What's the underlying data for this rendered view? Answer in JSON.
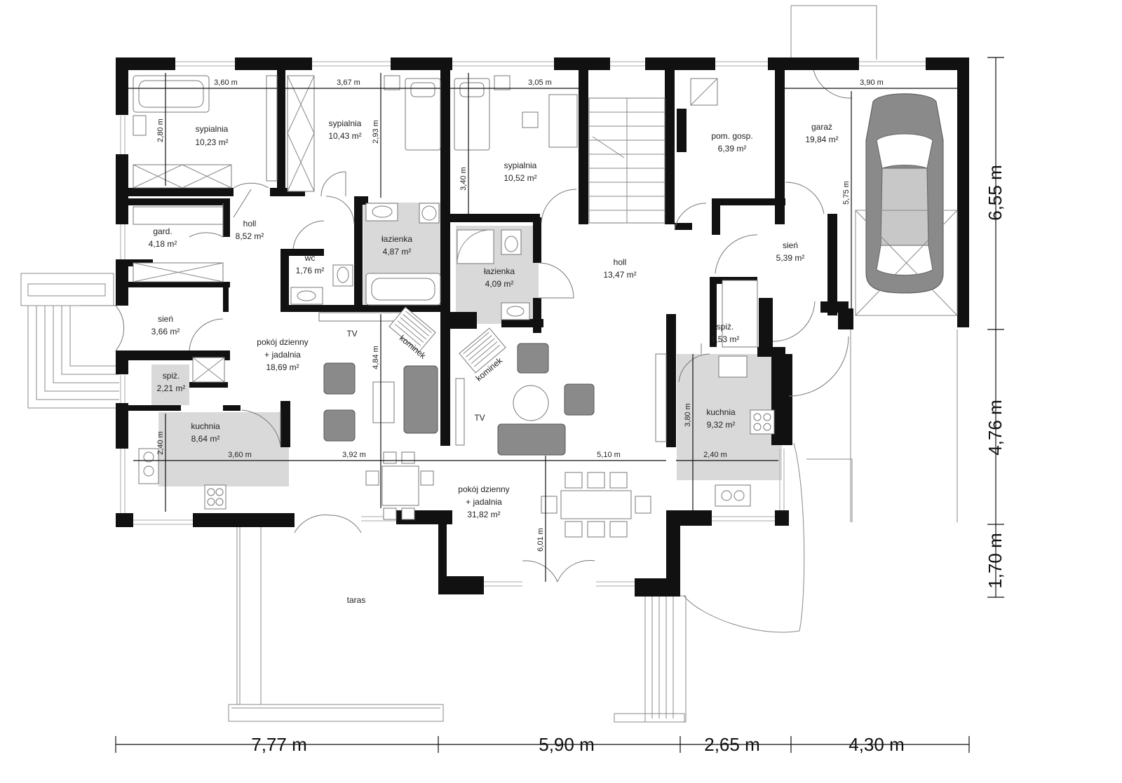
{
  "rooms": [
    {
      "id": "sypialnia-1",
      "name": "sypialnia",
      "area": "10,23 m²"
    },
    {
      "id": "sypialnia-2",
      "name": "sypialnia",
      "area": "10,43 m²"
    },
    {
      "id": "sypialnia-3",
      "name": "sypialnia",
      "area": "10,52 m²"
    },
    {
      "id": "pom-gosp",
      "name": "pom. gosp.",
      "area": "6,39 m²"
    },
    {
      "id": "garaz",
      "name": "garaż",
      "area": "19,84 m²"
    },
    {
      "id": "gard",
      "name": "gard.",
      "area": "4,18 m²"
    },
    {
      "id": "holl-left",
      "name": "holl",
      "area": "8,52 m²"
    },
    {
      "id": "lazienka-1",
      "name": "łazienka",
      "area": "4,87 m²"
    },
    {
      "id": "wc",
      "name": "wc",
      "area": "1,76 m²"
    },
    {
      "id": "lazienka-2",
      "name": "łazienka",
      "area": "4,09 m²"
    },
    {
      "id": "holl-center",
      "name": "holl",
      "area": "13,47 m²"
    },
    {
      "id": "sien-right",
      "name": "sień",
      "area": "5,39 m²"
    },
    {
      "id": "sien-left",
      "name": "sień",
      "area": "3,66 m²"
    },
    {
      "id": "spiz-right",
      "name": "spiż.",
      "area": "1,53 m²"
    },
    {
      "id": "pokoj-left",
      "name": "pokój dzienny",
      "name2": "+ jadalnia",
      "area": "18,69 m²"
    },
    {
      "id": "spiz-left",
      "name": "spiż.",
      "area": "2,21 m²"
    },
    {
      "id": "kuchnia-left",
      "name": "kuchnia",
      "area": "8,64 m²"
    },
    {
      "id": "kuchnia-right",
      "name": "kuchnia",
      "area": "9,32 m²"
    },
    {
      "id": "pokoj-center",
      "name": "pokój dzienny",
      "name2": "+ jadalnia",
      "area": "31,82 m²"
    },
    {
      "id": "taras",
      "name": "taras",
      "area": ""
    }
  ],
  "labels": {
    "tv": "TV",
    "kominek": "kominek"
  },
  "inner_dims": {
    "d360a": "3,60 m",
    "d367": "3,67 m",
    "d305": "3,05 m",
    "d390": "3,90 m",
    "d280": "2,80 m",
    "d293": "2,93 m",
    "d340": "3,40 m",
    "d575": "5,75 m",
    "d484": "4,84 m",
    "d240a": "2,40 m",
    "d360b": "3,60 m",
    "d392": "3,92 m",
    "d510": "5,10 m",
    "d240b": "2,40 m",
    "d380": "3,80 m",
    "d601": "6,01 m"
  },
  "outer_dims": {
    "bottom": [
      "7,77 m",
      "5,90 m",
      "2,65 m",
      "4,30 m"
    ],
    "right": [
      "6,55 m",
      "4,76 m",
      "1,70 m"
    ]
  }
}
